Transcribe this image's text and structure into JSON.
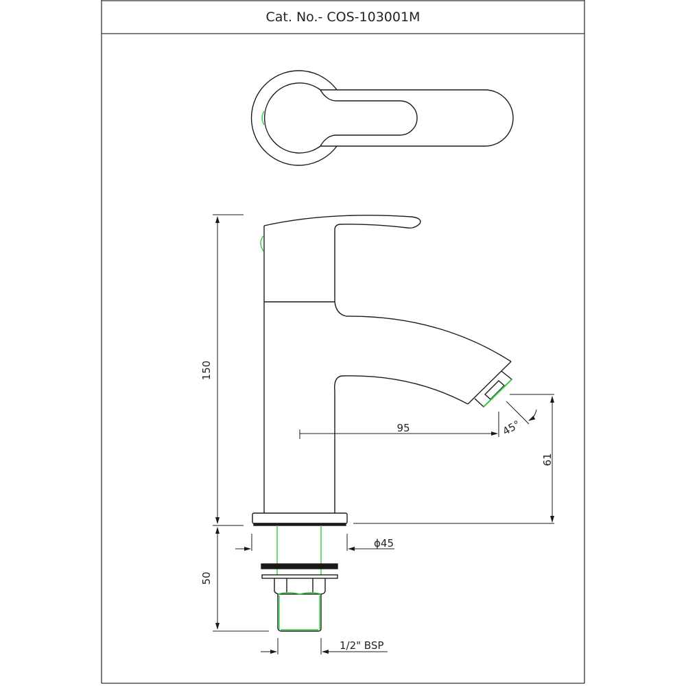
{
  "header": {
    "catalog_number": "Cat. No.- COS-103001M"
  },
  "drawing": {
    "views": [
      "top-view",
      "side-view"
    ],
    "dimensions": {
      "overall_height": "150",
      "spout_reach": "95",
      "spout_height": "61",
      "spout_angle": "45°",
      "base_diameter": "ϕ45",
      "shank_length": "50",
      "thread": "1/2\" BSP"
    },
    "colors": {
      "line": "#1a1a1a",
      "accent": "#2ecc40"
    }
  }
}
